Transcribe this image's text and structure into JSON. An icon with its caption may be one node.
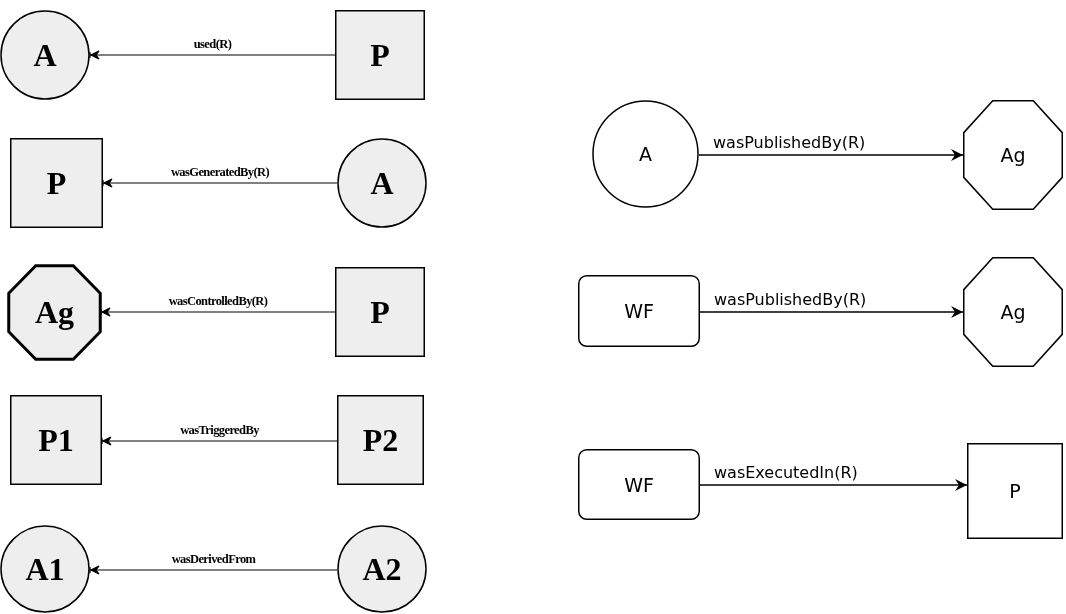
{
  "diagram": {
    "nodes": [
      {
        "text": [
          "A"
        ]
      },
      {
        "text": [
          "P"
        ]
      },
      {
        "text": [
          "P"
        ]
      },
      {
        "text": [
          "A"
        ]
      },
      {
        "text": [
          "Ag"
        ]
      },
      {
        "text": [
          "P"
        ]
      },
      {
        "text": [
          "P1"
        ]
      },
      {
        "text": [
          "P2"
        ]
      },
      {
        "text": [
          "A1"
        ]
      },
      {
        "text": [
          "A2"
        ]
      },
      {
        "text": [
          "A"
        ]
      },
      {
        "text": [
          "Ag"
        ]
      },
      {
        "text": [
          "WF"
        ]
      },
      {
        "text": [
          "Ag"
        ]
      },
      {
        "text": [
          "WF"
        ]
      },
      {
        "text": [
          "P"
        ]
      }
    ],
    "edges": [
      {
        "from": 1,
        "to": 0,
        "arrow": "to",
        "label": "used(R)"
      },
      {
        "from": 3,
        "to": 2,
        "arrow": "to",
        "label": "wasGeneratedBy(R)"
      },
      {
        "from": 5,
        "to": 4,
        "arrow": "to",
        "label": "wasControlledBy(R)"
      },
      {
        "from": 7,
        "to": 6,
        "arrow": "to",
        "label": "wasTriggeredBy"
      },
      {
        "from": 9,
        "to": 8,
        "arrow": "to",
        "label": "wasDerivedFrom"
      },
      {
        "from": 10,
        "to": 11,
        "arrow": "to",
        "label": "wasPublishedBy(R)"
      },
      {
        "from": 12,
        "to": 13,
        "arrow": "to",
        "label": "wasPublishedBy(R)"
      },
      {
        "from": 14,
        "to": 15,
        "arrow": "to",
        "label": "wasExecutedIn(R)"
      }
    ]
  }
}
